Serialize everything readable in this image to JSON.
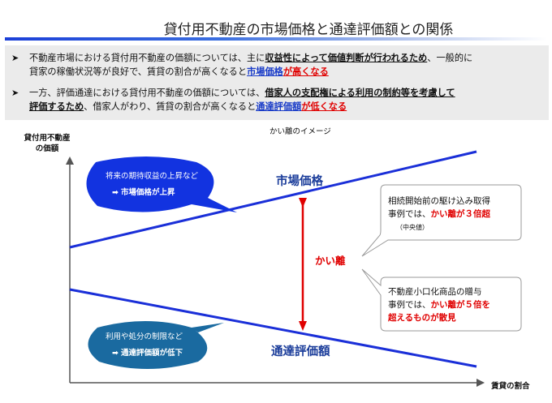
{
  "slide": {
    "title": "貸付用不動産の市場価格と通達評価額との関係"
  },
  "bullets": [
    {
      "marker": "➤",
      "text_a": "不動産市場における貸付用不動産の価額については、主に",
      "em_1": "収益性によって価値判断が行われるため",
      "text_b": "、一般的に",
      "text_c": "貸家の稼働状況等が良好で、賃貸の割合が高くなると",
      "em_blue": "市場価格",
      "em_red": "が高くなる"
    },
    {
      "marker": "➤",
      "text_a": "一方、評価通達における貸付用不動産の価額については、",
      "em_1": "借家人の支配権による利用の制約等を考慮して",
      "em_2": "評価するため",
      "text_b": "、借家人がわり、賃貸の割合が高くなると",
      "em_blue": "通達評価額",
      "em_red": "が低くなる"
    }
  ],
  "diagram": {
    "caption": "かい離のイメージ",
    "y_axis_label_1": "貸付用不動産",
    "y_axis_label_2": "の価額",
    "x_axis_label": "賃貸の割合",
    "market_label": "市場価格",
    "assessed_label": "通達評価額",
    "gap_label": "かい離",
    "bubble_top": {
      "line1": "将来の期待収益の上昇など",
      "arrow": "➡",
      "line2": "市場価格が上昇"
    },
    "bubble_bottom": {
      "line1": "利用や処分の制限など",
      "arrow": "➡",
      "line2": "通達評価額が低下"
    },
    "callout_top": {
      "line1": "相続開始前の駆け込み取得",
      "line2a": "事例では、",
      "line2b": "かい離が３倍超",
      "line3": "（中央値）"
    },
    "callout_bottom": {
      "line1": "不動産小口化商品の贈与",
      "line2a": "事例では、",
      "line2b": "かい離が５倍を",
      "line3": "超えるものが散見"
    },
    "colors": {
      "line_blue": "#1a2fd8",
      "bubble_top": "#1233e0",
      "bubble_bottom": "#1a6aa0",
      "gap_arrow": "#e00000",
      "title_bar": "#1b3fd8"
    }
  }
}
